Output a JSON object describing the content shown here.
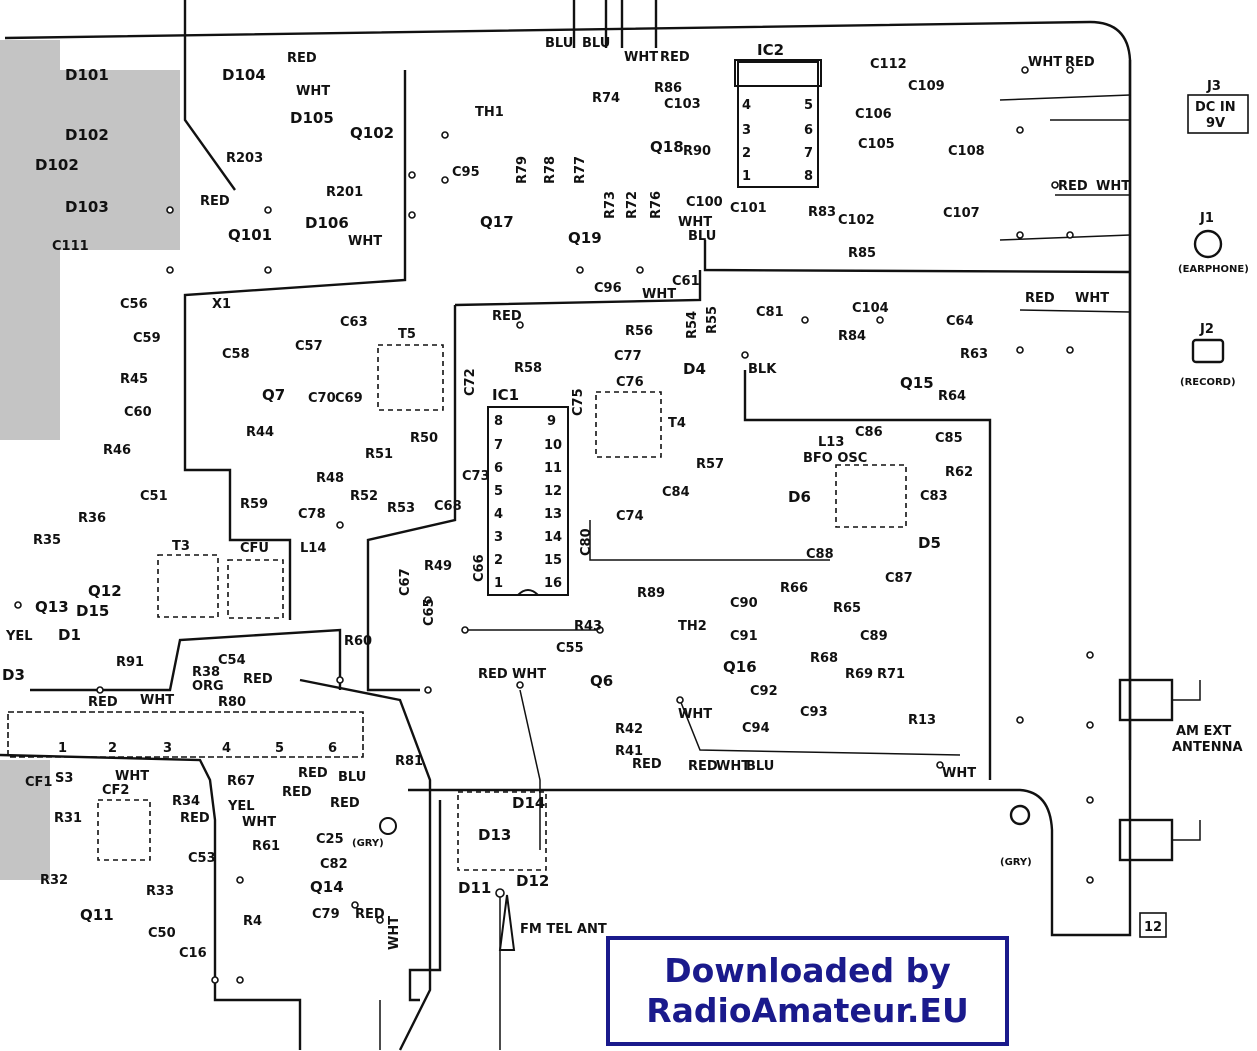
{
  "labels": {
    "d101": "D101",
    "d102": "D102",
    "d102b": "D102",
    "d103": "D103",
    "d104": "D104",
    "d105": "D105",
    "d106": "D106",
    "q101": "Q101",
    "q102": "Q102",
    "r201": "R201",
    "r203": "R203",
    "c111": "C111",
    "th1": "TH1",
    "c95": "C95",
    "r79": "R79",
    "r78": "R78",
    "r77": "R77",
    "r74": "R74",
    "r86": "R86",
    "c103": "C103",
    "q18": "Q18",
    "r90": "R90",
    "q17": "Q17",
    "q19": "Q19",
    "r73": "R73",
    "r72": "R72",
    "r76": "R76",
    "c100": "C100",
    "c101": "C101",
    "c96": "C96",
    "c61": "C61",
    "ic2": "IC2",
    "ic2_p4": "4",
    "ic2_p3": "3",
    "ic2_p2": "2",
    "ic2_p1": "1",
    "ic2_p5": "5",
    "ic2_p6": "6",
    "ic2_p7": "7",
    "ic2_p8": "8",
    "c112": "C112",
    "c106": "C106",
    "c109": "C109",
    "c105": "C105",
    "c108": "C108",
    "c107": "C107",
    "r83": "R83",
    "c102": "C102",
    "r85": "R85",
    "c104": "C104",
    "r84": "R84",
    "c81": "C81",
    "j3": "J3",
    "j3_desc1": "DC IN",
    "j3_desc2": "9V",
    "j1": "J1",
    "j1_desc": "(EARPHONE)",
    "j2": "J2",
    "j2_desc": "(RECORD)",
    "c56": "C56",
    "c59": "C59",
    "r45": "R45",
    "c60": "C60",
    "x1": "X1",
    "c63": "C63",
    "c58": "C58",
    "c57": "C57",
    "q7": "Q7",
    "r44": "R44",
    "c70": "C70",
    "c69": "C69",
    "t5": "T5",
    "c72": "C72",
    "r50": "R50",
    "r51": "R51",
    "r56": "R56",
    "c77": "C77",
    "c76": "C76",
    "r58": "R58",
    "r55": "R55",
    "r54": "R54",
    "d4": "D4",
    "ic1": "IC1",
    "ic1_p8": "8",
    "ic1_p7": "7",
    "ic1_p6": "6",
    "ic1_p5": "5",
    "ic1_p4": "4",
    "ic1_p3": "3",
    "ic1_p2": "2",
    "ic1_p1": "1",
    "ic1_p9": "9",
    "ic1_p10": "10",
    "ic1_p11": "11",
    "ic1_p12": "12",
    "ic1_p13": "13",
    "ic1_p14": "14",
    "ic1_p15": "15",
    "ic1_p16": "16",
    "c75": "C75",
    "t4": "T4",
    "r57": "R57",
    "c84": "C84",
    "c74": "C74",
    "c80": "C80",
    "c73": "C73",
    "c68": "C68",
    "c66": "C66",
    "r49": "R49",
    "r48": "R48",
    "r59": "R59",
    "c78": "C78",
    "r52": "R52",
    "r53": "R53",
    "l14": "L14",
    "c67": "C67",
    "c65": "C65",
    "r60": "R60",
    "c64": "C64",
    "r63": "R63",
    "q15": "Q15",
    "r64": "R64",
    "l13": "L13",
    "bfo": "BFO OSC",
    "c86": "C86",
    "c85": "C85",
    "r62": "R62",
    "c83": "C83",
    "d6": "D6",
    "d5": "D5",
    "c88": "C88",
    "c87": "C87",
    "r66": "R66",
    "r65": "R65",
    "c89": "C89",
    "c90": "C90",
    "c91": "C91",
    "r68": "R68",
    "q16": "Q16",
    "r69": "R69",
    "r71": "R71",
    "c92": "C92",
    "c93": "C93",
    "c94": "C94",
    "r13": "R13",
    "r43": "R43",
    "r89": "R89",
    "th2": "TH2",
    "c55": "C55",
    "q6": "Q6",
    "r42": "R42",
    "r41": "R41",
    "r46": "R46",
    "c51": "C51",
    "r36": "R36",
    "r35": "R35",
    "t3": "T3",
    "cfu": "CFU",
    "q12": "Q12",
    "q13": "Q13",
    "d15": "D15",
    "d1": "D1",
    "d3": "D3",
    "r91": "R91",
    "r38": "R38",
    "c54": "C54",
    "r80": "R80",
    "s1": "1",
    "s2": "2",
    "s3": "3",
    "s4": "4",
    "s5": "5",
    "s6": "6",
    "cf1": "CF1",
    "s3lbl": "S3",
    "cf2": "CF2",
    "r31": "R31",
    "r34": "R34",
    "r32": "R32",
    "q11": "Q11",
    "r33": "R33",
    "c50": "C50",
    "c53": "C53",
    "c16": "C16",
    "r67": "R67",
    "r61": "R61",
    "r4": "R4",
    "r81": "R81",
    "c25": "C25",
    "c82": "C82",
    "q14": "Q14",
    "c79": "C79",
    "d14": "D14",
    "d13": "D13",
    "d11": "D11",
    "d12": "D12",
    "fm_ant": "FM TEL ANT",
    "am_ant1": "AM EXT",
    "am_ant2": "ANTENNA",
    "board": "12"
  },
  "wires": {
    "blu1": "BLU",
    "blu2": "BLU",
    "wht1": "WHT",
    "red1": "RED",
    "red_d104": "RED",
    "wht_d104": "WHT",
    "red_q101": "RED",
    "wht_d106": "WHT",
    "wht_j3": "WHT",
    "red_j3": "RED",
    "red_j1": "RED",
    "wht_j1": "WHT",
    "red_j2": "RED",
    "wht_j2": "WHT",
    "wht_q19": "WHT",
    "blu_q19": "BLU",
    "wht_c61": "WHT",
    "blk": "BLK",
    "red_ic1": "RED",
    "red_q6": "RED",
    "wht_q6": "WHT",
    "wht_r42": "WHT",
    "red_r41": "RED",
    "red_bot": "RED",
    "wht_bot": "WHT",
    "blu_bot": "BLU",
    "wht_r13": "WHT",
    "gry_r": "(GRY)",
    "yel": "YEL",
    "red_sw": "RED",
    "wht_sw": "WHT",
    "org": "ORG",
    "red_r80": "RED",
    "wht_cf2": "WHT",
    "yel2": "YEL",
    "red_r34": "RED",
    "wht_c53": "WHT",
    "red_r67": "RED",
    "blu_c25": "BLU",
    "red_c25": "RED",
    "red_c25b": "RED",
    "gry_c82": "(GRY)",
    "red_q14": "RED",
    "wht_q14": "WHT"
  },
  "banner": {
    "line1": "Downloaded by",
    "line2": "RadioAmateur.EU"
  },
  "colors": {
    "ink": "#111111",
    "banner_blue": "#1a1a8c",
    "paper": "#ffffff"
  }
}
